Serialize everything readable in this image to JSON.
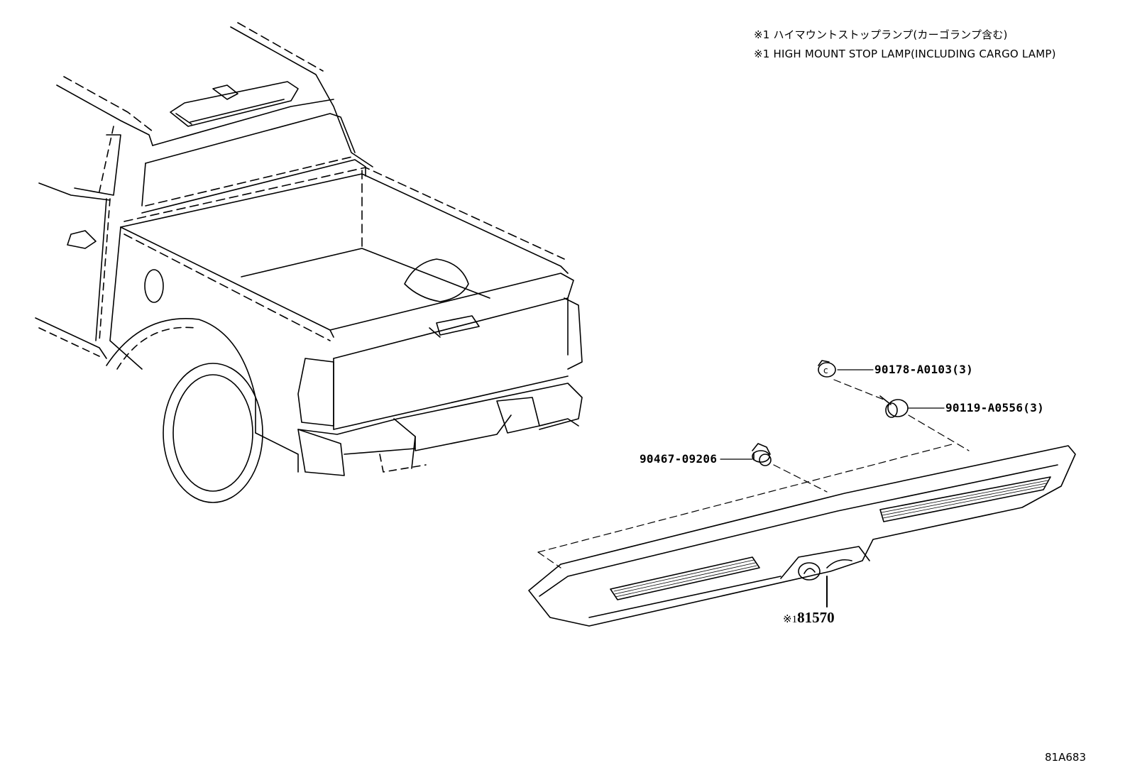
{
  "legend": {
    "line_jp": "※1 ハイマウントストップランプ(カーゴランプ含む)",
    "line_en": "※1 HIGH MOUNT STOP LAMP(INCLUDING CARGO LAMP)"
  },
  "parts": {
    "bolt_small": "90178-A0103(3)",
    "nut": "90119-A0556(3)",
    "clip": "90467-09206",
    "lamp_mark": "※1",
    "lamp": "81570"
  },
  "illustration_code": "81A683",
  "colors": {
    "line": "#000000",
    "background": "#ffffff"
  }
}
